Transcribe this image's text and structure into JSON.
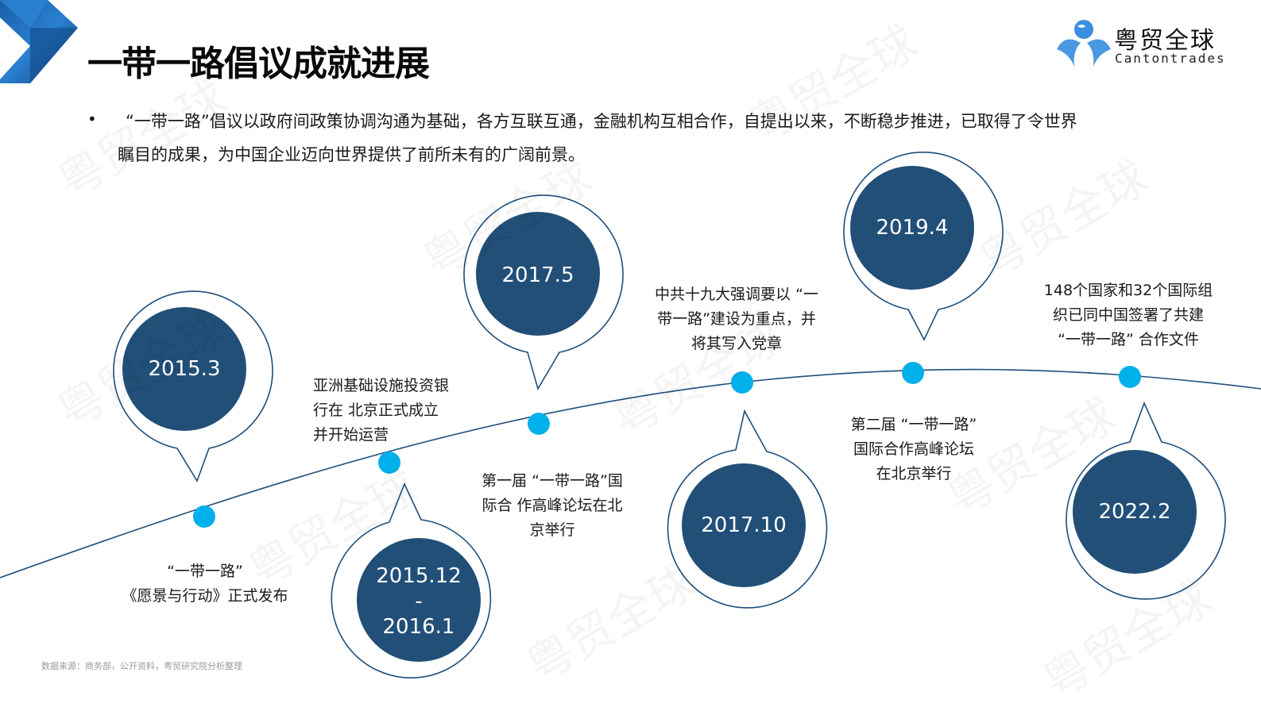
{
  "header": {
    "title": "一带一路倡议成就进展",
    "logo": {
      "name_cn": "粤贸全球",
      "name_en": "Cantontrades"
    }
  },
  "intro": {
    "lines": [
      "“一带一路”倡议以政府间政策协调沟通为基础，各方互联互通，金融机构互相合作，自提出以来，不断稳步推进，已取得了令世界",
      "瞩目的成果，为中国企业迈向世界提供了前所未有的广阔前景。"
    ]
  },
  "timeline": {
    "events": [
      {
        "date": [
          "2015.3"
        ],
        "desc": [
          "“一带一路”",
          "《愿景与行动》正式发布"
        ]
      },
      {
        "date": [
          "2015.12",
          "-",
          "2016.1"
        ],
        "desc": [
          "亚洲基础设施投资银",
          "行在 北京正式成立",
          "并开始运营"
        ]
      },
      {
        "date": [
          "2017.5"
        ],
        "desc": [
          "第一届 “一带一路”国",
          "际合 作高峰论坛在北",
          "京举行"
        ]
      },
      {
        "date": [
          "2017.10"
        ],
        "desc": [
          "中共十九大强调要以 “一",
          "带一路”建设为重点，并",
          "将其写入党章"
        ]
      },
      {
        "date": [
          "2019.4"
        ],
        "desc": [
          "第二届 “一带一路”",
          "国际合作高峰论坛",
          "在北京举行"
        ]
      },
      {
        "date": [
          "2022.2"
        ],
        "desc": [
          "148个国家和32个国际组",
          "织已同中国签署了共建",
          "“一带一路” 合作文件"
        ]
      }
    ]
  },
  "footer": {
    "source": "数据来源：商务部，公开资料，粤贸研究院分析整理"
  },
  "watermark": "粤贸全球",
  "colors": {
    "circle_fill": "#214f78",
    "outline": "#1f4e79",
    "dot": "#00b0eb",
    "line": "#1f4e79"
  }
}
